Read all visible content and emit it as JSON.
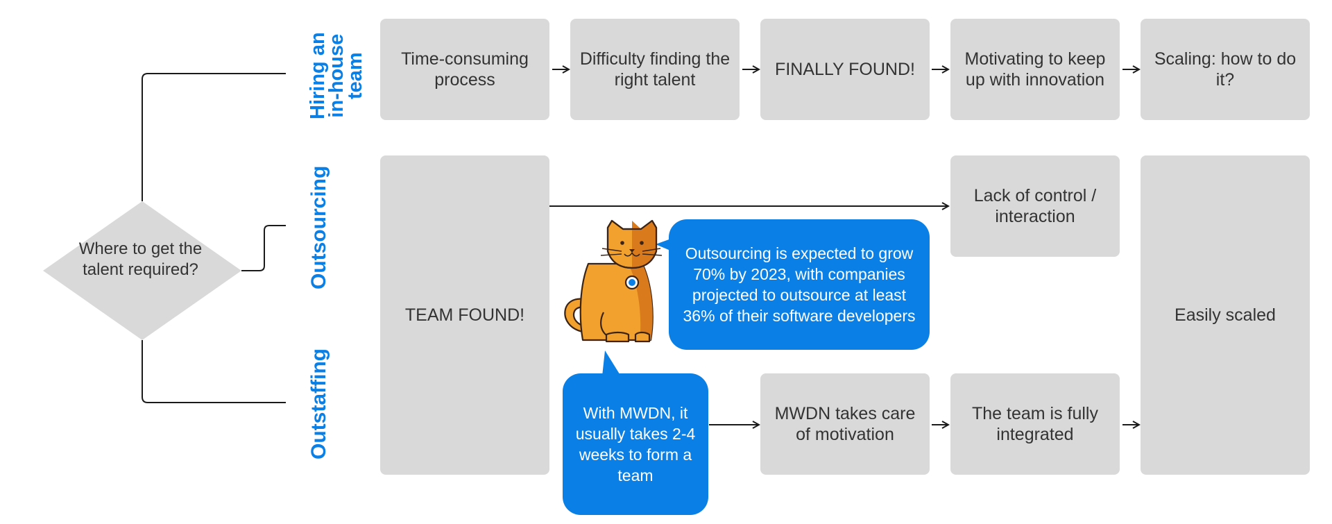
{
  "decision": {
    "label": "Where to get the talent required?"
  },
  "rows": {
    "inhouse": {
      "label_line1": "Hiring an",
      "label_line2": "in-house",
      "label_line3": "team"
    },
    "outsourcing": {
      "label": "Outsourcing"
    },
    "outstaffing": {
      "label": "Outstaffing"
    }
  },
  "inhouse_steps": [
    "Time-consuming process",
    "Difficulty finding the right talent",
    "FINALLY FOUND!",
    "Motivating to keep up with innovation",
    "Scaling: how to do it?"
  ],
  "team_found": "TEAM FOUND!",
  "lack_of_control": "Lack of control / interaction",
  "easily_scaled": "Easily scaled",
  "mwdn_motivation": "MWDN takes care of motivation",
  "team_integrated": "The team is fully integrated",
  "bubbles": {
    "outsourcing_stat": "Outsourcing is expected to grow 70% by 2023, with companies projected to outsource at least 36% of their software developers",
    "mwdn_time": "With MWDN, it usually takes 2-4 weeks to form a team"
  },
  "colors": {
    "accent": "#0a7fe6",
    "box": "#d9d9d9",
    "cat": "#f2a12e"
  },
  "icons": {
    "mascot": "cat-mascot-icon"
  }
}
